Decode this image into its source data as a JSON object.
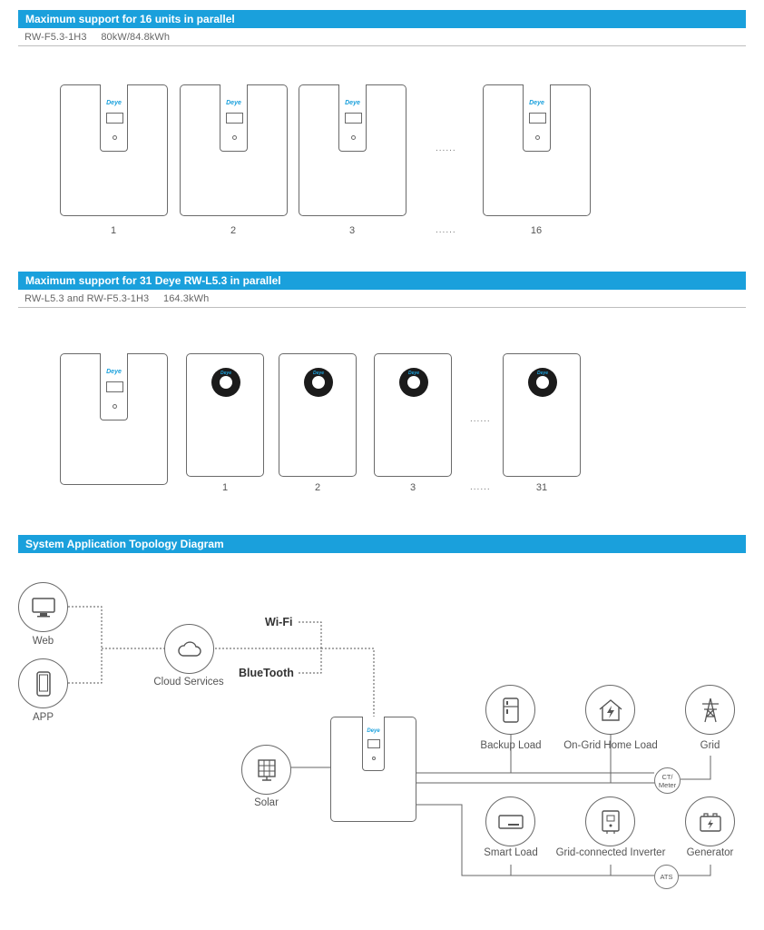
{
  "section1": {
    "title": "Maximum support for 16 units in parallel",
    "model": "RW-F5.3-1H3",
    "capacity": "80kW/84.8kWh",
    "brand": "Deye",
    "labels": [
      "1",
      "2",
      "3",
      "16"
    ],
    "ellipsis": "......"
  },
  "section2": {
    "title": "Maximum support for 31 Deye RW-L5.3 in parallel",
    "model": "RW-L5.3 and RW-F5.3-1H3",
    "capacity": "164.3kWh",
    "brand": "Deye",
    "labels": [
      "1",
      "2",
      "3",
      "31"
    ],
    "ellipsis": "......"
  },
  "section3": {
    "title": "System Application Topology Diagram",
    "nodes": {
      "web": "Web",
      "app": "APP",
      "cloud": "Cloud Services",
      "wifi": "Wi-Fi",
      "bluetooth": "BlueTooth",
      "solar": "Solar",
      "backup_load": "Backup Load",
      "on_grid_home_load": "On-Grid Home Load",
      "grid": "Grid",
      "smart_load": "Smart Load",
      "grid_connected_inverter": "Grid-connected Inverter",
      "generator": "Generator",
      "ct_meter_1": "CT/",
      "ct_meter_2": "Meter",
      "ats": "ATS"
    },
    "brand": "Deye"
  }
}
